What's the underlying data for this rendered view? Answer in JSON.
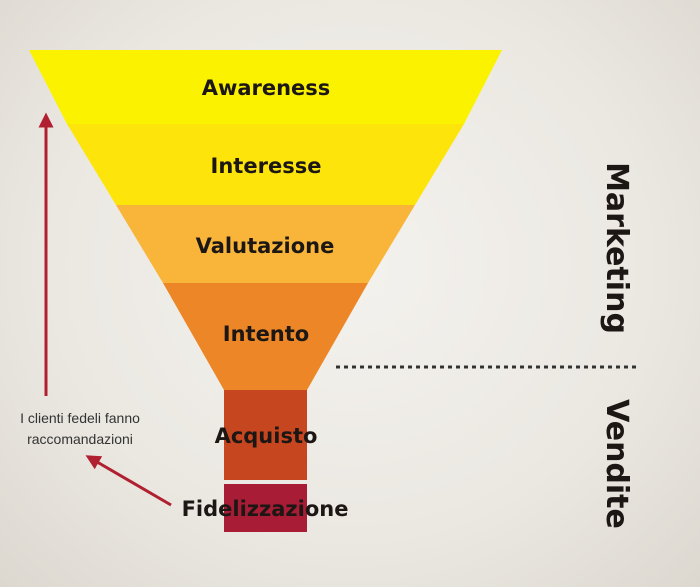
{
  "stages": [
    {
      "label": "Awareness",
      "color": "#fbf200"
    },
    {
      "label": "Interesse",
      "color": "#fde40a"
    },
    {
      "label": "Valutazione",
      "color": "#f9b53a"
    },
    {
      "label": "Intento",
      "color": "#ec8626"
    },
    {
      "label": "Acquisto",
      "color": "#c64620"
    },
    {
      "label": "Fidelizzazione",
      "color": "#a81c36"
    }
  ],
  "side_labels": {
    "top": "Marketing",
    "bottom": "Vendite"
  },
  "note": {
    "line1": "I clienti fedeli fanno",
    "line2": "raccomandazioni"
  },
  "arrow_color": "#b02030",
  "divider_color": "#333333"
}
